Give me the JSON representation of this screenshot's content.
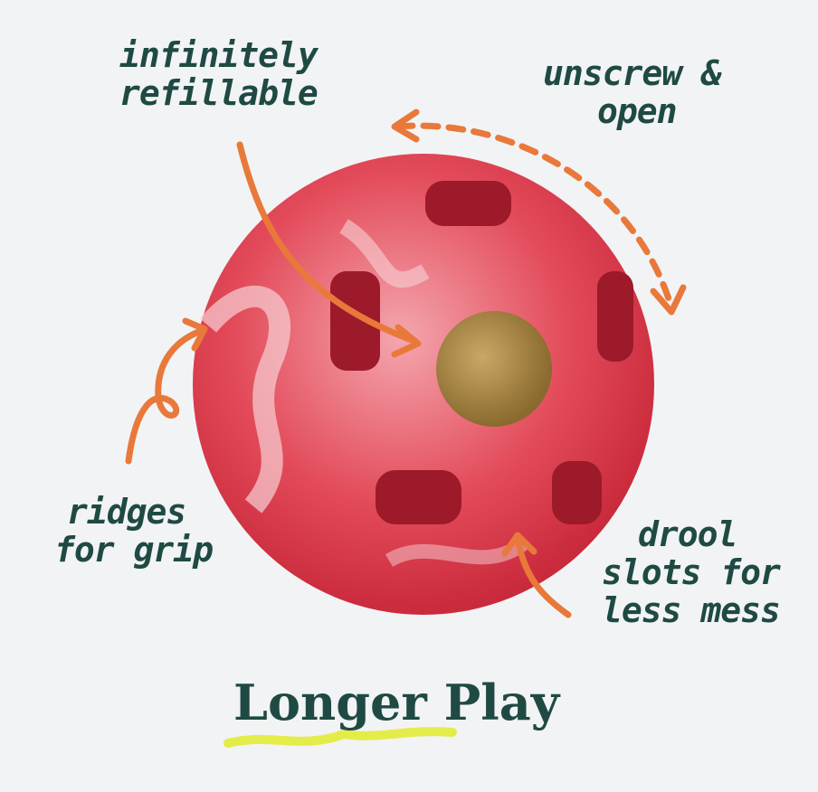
{
  "callouts": {
    "infinitely_refillable": [
      "infinitely",
      "refillable"
    ],
    "unscrew_open": [
      "unscrew &",
      "open"
    ],
    "ridges_for_grip": [
      "ridges",
      "for grip"
    ],
    "drool_slots": [
      "drool",
      "slots for",
      "less mess"
    ]
  },
  "headline": "Longer Play",
  "colors": {
    "background": "#f2f3f5",
    "text": "#1f4a44",
    "arrow": "#e8793a",
    "ball": "#e0404f",
    "highlight": "#e4ec4a"
  }
}
